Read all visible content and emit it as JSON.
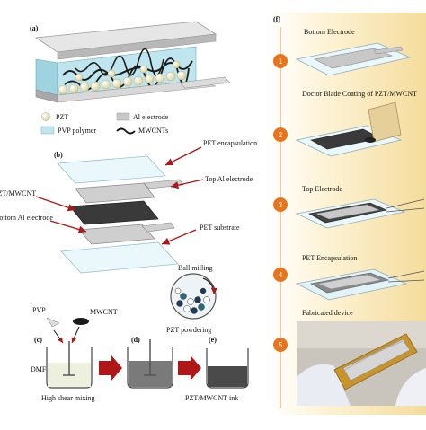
{
  "panels": {
    "a": "(a)",
    "b": "(b)",
    "c": "(c)",
    "d": "(d)",
    "e": "(e)",
    "f": "(f)"
  },
  "legend": {
    "pzt": "PZT",
    "al_electrode": "Al electrode",
    "pvp_polymer": "PVP polymer",
    "mwcnts": "MWCNTs"
  },
  "layers": {
    "pet_encapsulation": "PET encapsulation",
    "top_al_electrode": "Top Al electrode",
    "pzt_mwcnt": "PZT/MWCNT",
    "bottom_al_electrode": "Bottom Al electrode",
    "pet_substrate": "PET substrate"
  },
  "ink_process": {
    "ball_milling": "Ball milling",
    "pzt_powdering": "PZT powdering",
    "pvp": "PVP",
    "mwcnt": "MWCNT",
    "dmf": "DMF",
    "high_shear_mixing": "High shear mixing",
    "ink": "PZT/MWCNT ink"
  },
  "fabrication_steps": [
    {
      "number": "1",
      "label": "Bottom Electrode"
    },
    {
      "number": "2",
      "label": "Doctor Blade Coating of PZT/MWCNT"
    },
    {
      "number": "3",
      "label": "Top Electrode"
    },
    {
      "number": "4",
      "label": "PET Encapsulation"
    },
    {
      "number": "5",
      "label": "Fabricated device"
    }
  ],
  "colors": {
    "step_circle": "#e8741c",
    "timeline_bg": "#f6e2a8",
    "arrow_red": "#b01818",
    "pvp_fill": "#bfe6ef",
    "al_fill": "#c8c8c8",
    "pzt_mwcnt_fill": "#3a3a3a"
  }
}
